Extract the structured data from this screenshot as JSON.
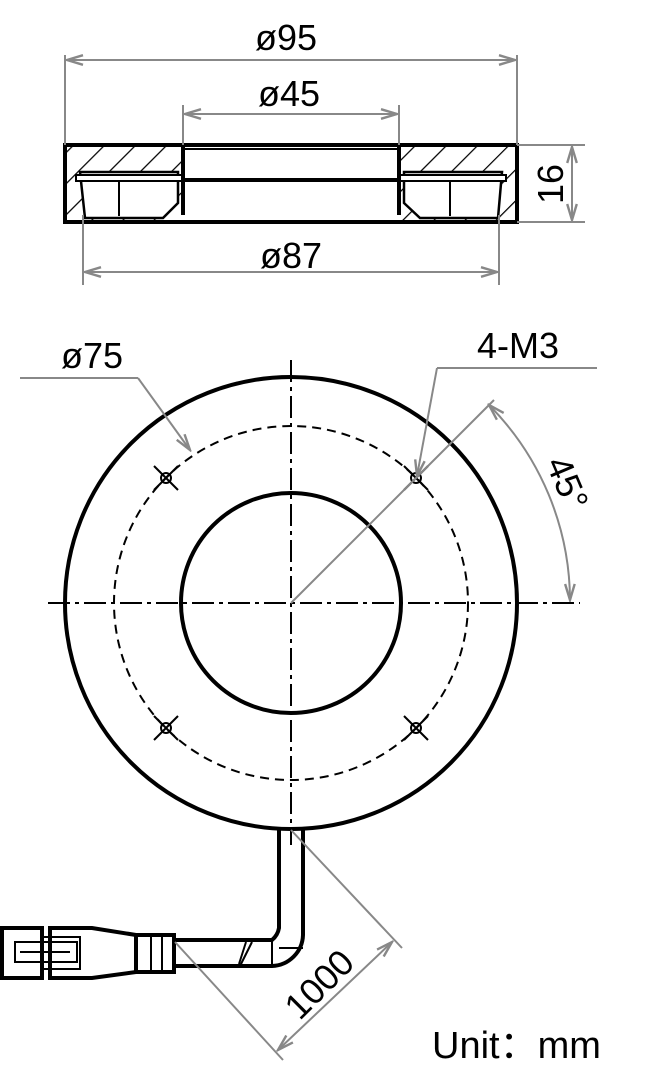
{
  "title": "Ring light dimensional drawing",
  "dimensions": {
    "outer_diameter": "ø95",
    "inner_diameter": "ø45",
    "base_diameter": "ø87",
    "height": "16",
    "mount_circle": "ø75",
    "mount_holes": "4-M3",
    "hole_angle": "45°",
    "cable_length": "1000"
  },
  "unit_label": "Unit：mm"
}
